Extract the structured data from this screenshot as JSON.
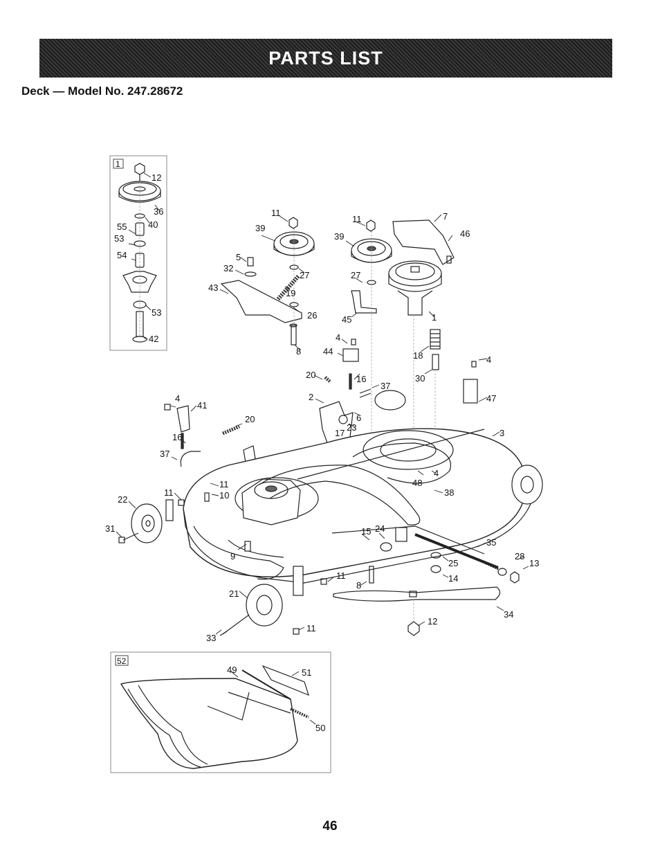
{
  "header": {
    "title": "PARTS LIST",
    "subtitle": "Deck — Model No. 247.28672"
  },
  "insets": {
    "spindle_box": "1",
    "mulch_box": "52"
  },
  "callouts": {
    "c12a": "12",
    "c36": "36",
    "c55": "55",
    "c40": "40",
    "c53a": "53",
    "c54": "54",
    "c53b": "53",
    "c42": "42",
    "c11a": "11",
    "c39a": "39",
    "c11b": "11",
    "c39b": "39",
    "c7": "7",
    "c46": "46",
    "c5": "5",
    "c32": "32",
    "c27a": "27",
    "c19": "19",
    "c43": "43",
    "c26": "26",
    "c27b": "27",
    "c45": "45",
    "c1": "1",
    "c8a": "8",
    "c4a": "4",
    "c44": "44",
    "c18": "18",
    "c4b": "4",
    "c30": "30",
    "c20a": "20",
    "c16a": "16",
    "c37a": "37",
    "c2": "2",
    "c6": "6",
    "c17": "17",
    "c23": "23",
    "c47": "47",
    "c4c": "4",
    "c41": "41",
    "c20b": "20",
    "c16b": "16",
    "c3": "3",
    "c37b": "37",
    "c48": "48",
    "c4d": "4",
    "c11c": "11",
    "c10": "10",
    "c11d": "11",
    "c22": "22",
    "c38": "38",
    "c31": "31",
    "c15": "15",
    "c24": "24",
    "c35": "35",
    "c9": "9",
    "c25": "25",
    "c28": "28",
    "c13": "13",
    "c14": "14",
    "c11e": "11",
    "c8b": "8",
    "c21": "21",
    "c34": "34",
    "c12b": "12",
    "c33": "33",
    "c11f": "11",
    "c49": "49",
    "c51": "51",
    "c50": "50"
  },
  "footer": {
    "page_number": "46"
  }
}
